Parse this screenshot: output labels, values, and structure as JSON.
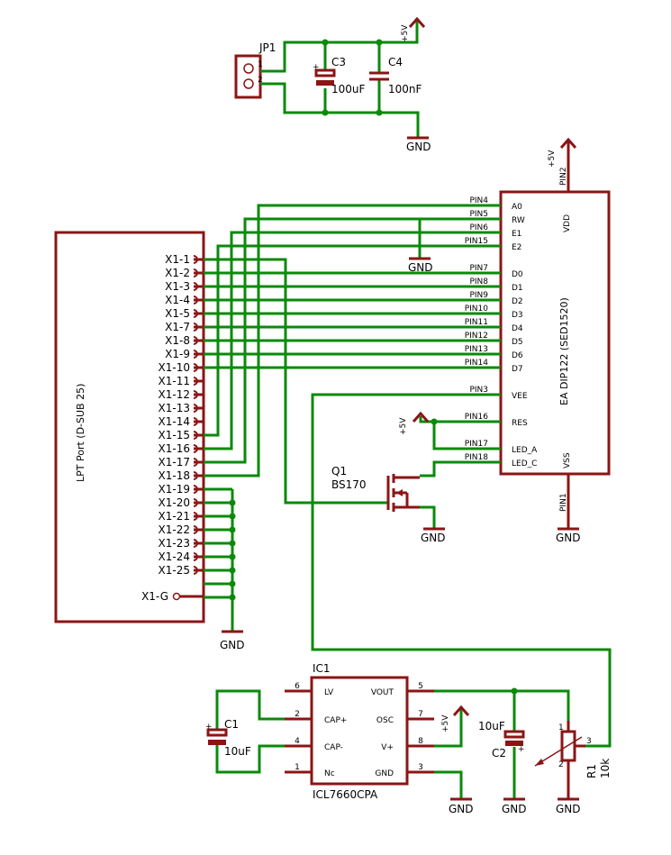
{
  "labels": {
    "jp1": "JP1",
    "jp1_pin1": "1",
    "jp1_pin2": "2",
    "c3": "C3",
    "c3_val": "100uF",
    "c4": "C4",
    "c4_val": "100nF",
    "p5v": "+5V",
    "gnd": "GND",
    "lpt": "LPT Port (D-SUB 25)",
    "pin2": "PIN2",
    "pin1": "PIN1",
    "ea": "EA DIP122 (SED1520)",
    "vdd": "VDD",
    "vss": "VSS",
    "q1": "Q1",
    "q1_val": "BS170",
    "ic1": "IC1",
    "ic1_val": "ICL7660CPA",
    "c1": "C1",
    "c1_val": "10uF",
    "c2": "C2",
    "c2_val": "10uF",
    "r1": "R1",
    "r1_val": "10k",
    "r1_p1": "1",
    "r1_p2": "2",
    "r1_p3": "3",
    "plus": "+"
  },
  "lpt_pins": [
    "X1-1",
    "X1-2",
    "X1-3",
    "X1-4",
    "X1-5",
    "X1-7",
    "X1-8",
    "X1-9",
    "X1-10",
    "X1-11",
    "X1-12",
    "X1-13",
    "X1-14",
    "X1-15",
    "X1-16",
    "X1-17",
    "X1-18",
    "X1-19",
    "X1-20",
    "X1-21",
    "X1-22",
    "X1-23",
    "X1-24",
    "X1-25"
  ],
  "lpt_gnd_pin": "X1-G",
  "lcd_pins": [
    {
      "net": "PIN4",
      "name": "A0"
    },
    {
      "net": "PIN5",
      "name": "RW"
    },
    {
      "net": "PIN6",
      "name": "E1"
    },
    {
      "net": "PIN15",
      "name": "E2"
    },
    {
      "net": "PIN7",
      "name": "D0"
    },
    {
      "net": "PIN8",
      "name": "D1"
    },
    {
      "net": "PIN9",
      "name": "D2"
    },
    {
      "net": "PIN10",
      "name": "D3"
    },
    {
      "net": "PIN11",
      "name": "D4"
    },
    {
      "net": "PIN12",
      "name": "D5"
    },
    {
      "net": "PIN13",
      "name": "D6"
    },
    {
      "net": "PIN14",
      "name": "D7"
    },
    {
      "net": "PIN3",
      "name": "VEE"
    },
    {
      "net": "PIN16",
      "name": "RES"
    },
    {
      "net": "PIN17",
      "name": "LED_A"
    },
    {
      "net": "PIN18",
      "name": "LED_C"
    }
  ],
  "ic_left": [
    {
      "num": "6",
      "name": "LV"
    },
    {
      "num": "2",
      "name": "CAP+"
    },
    {
      "num": "4",
      "name": "CAP-"
    },
    {
      "num": "1",
      "name": "Nc"
    }
  ],
  "ic_right": [
    {
      "num": "5",
      "name": "VOUT"
    },
    {
      "num": "7",
      "name": "OSC"
    },
    {
      "num": "8",
      "name": "V+"
    },
    {
      "num": "3",
      "name": "GND"
    }
  ]
}
